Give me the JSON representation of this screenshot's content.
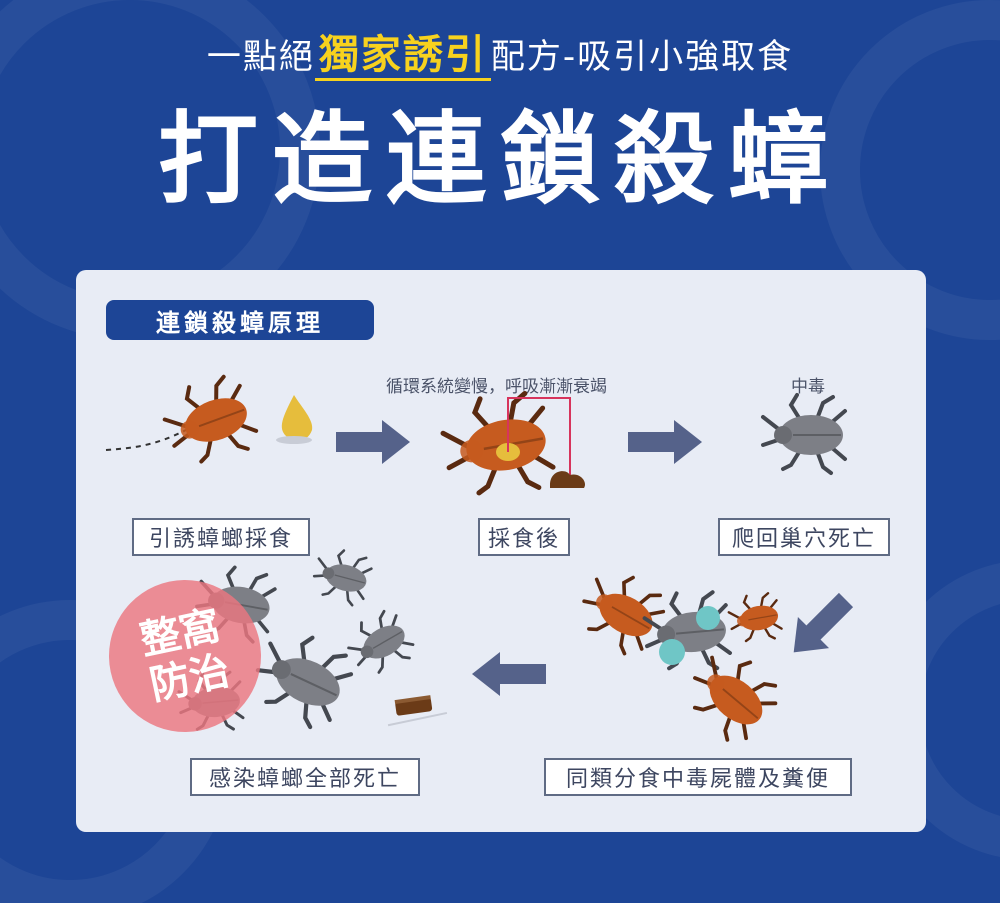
{
  "header": {
    "tagline_pre": "一點絕",
    "tagline_highlight": "獨家誘引",
    "tagline_post": "配方-吸引小強取食",
    "main_title": "打造連鎖殺蟑"
  },
  "panel": {
    "title": "連鎖殺蟑原理",
    "note_circulation": "循環系統變慢，呼吸漸漸衰竭",
    "note_poisoned": "中毒",
    "badge_line1": "整窩",
    "badge_line2": "防治",
    "steps": [
      {
        "label": "引誘蟑螂採食"
      },
      {
        "label": "採食後"
      },
      {
        "label": "爬回巢穴死亡"
      },
      {
        "label": "同類分食中毒屍體及糞便"
      },
      {
        "label": "感染蟑螂全部死亡"
      }
    ]
  },
  "colors": {
    "background": "#1d4596",
    "highlight": "#f7d21e",
    "panel": "#e8ecf5",
    "arrow": "#55628a",
    "roach_brown": "#c65b1f",
    "roach_gray": "#7d7f86",
    "badge": "#ec7680"
  }
}
